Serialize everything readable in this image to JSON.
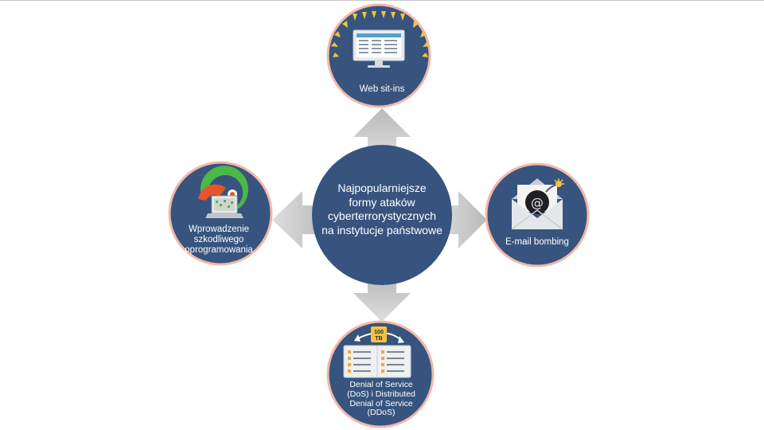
{
  "center": {
    "label": "Najpopularniejsze\nformy ataków\ncyberterrorystycznych\nna instytucje państwowe"
  },
  "nodes": {
    "top": {
      "label": "Web sit-ins",
      "icon": "monitor-icon"
    },
    "right": {
      "label": "E-mail bombing",
      "icon": "envelope-bomb-icon"
    },
    "bottom": {
      "label": "Denial of Service\n(DoS) i Distributed\nDenial of Service\n(DDoS)",
      "icon": "server-overload-icon",
      "badge": "100\nTB"
    },
    "left": {
      "label": "Wprowadzenie\nszkodliwego\noprogramowania",
      "icon": "malware-laptop-icon"
    }
  },
  "colors": {
    "circle_fill": "#37547f",
    "circle_border": "#f2b8a8",
    "arrow": "#c4c4c4",
    "accent_yellow": "#f5c33b"
  }
}
